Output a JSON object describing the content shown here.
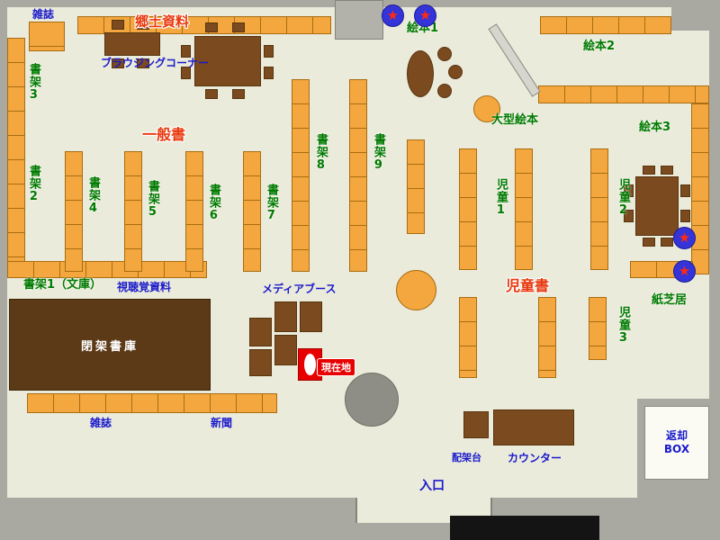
{
  "colors": {
    "wall": "#a9a9a1",
    "floor": "#ebebdb",
    "shelf_fill": "#f3a73e",
    "shelf_border": "#a96d12",
    "furniture_brown": "#7b4a1f",
    "closed_stack_brown": "#5c3a18",
    "green_label": "#007a00",
    "red_label": "#e8380d",
    "blue_label": "#1a1acc",
    "current_location_red": "#e80000",
    "star_ring_blue": "#3434d8"
  },
  "labels": {
    "magazines_top": "雑誌",
    "local_materials": "郷土資料",
    "shelf3": "書架3",
    "shelf2": "書架2",
    "browsing_corner": "ブラウジングコーナー",
    "general_books": "一般書",
    "shelf4": "書架4",
    "shelf5": "書架5",
    "shelf6": "書架6",
    "shelf7": "書架7",
    "shelf8": "書架8",
    "shelf9": "書架9",
    "shelf1_paperback": "書架1（文庫）",
    "audio_visual": "視聴覚資料",
    "closed_stacks": "閉架書庫",
    "magazines_bottom": "雑誌",
    "newspaper": "新聞",
    "media_booth": "メディアブース",
    "current_location": "現在地",
    "picture_book1": "絵本1",
    "picture_book2": "絵本2",
    "picture_book3": "絵本3",
    "large_picture_book": "大型絵本",
    "children1": "児童1",
    "children2": "児童2",
    "children3": "児童3",
    "children_books": "児童書",
    "kamishibai": "紙芝居",
    "sorting_table": "配架台",
    "counter": "カウンター",
    "entrance": "入口",
    "return_box_line1": "返却",
    "return_box_line2": "BOX",
    "star": "★"
  }
}
